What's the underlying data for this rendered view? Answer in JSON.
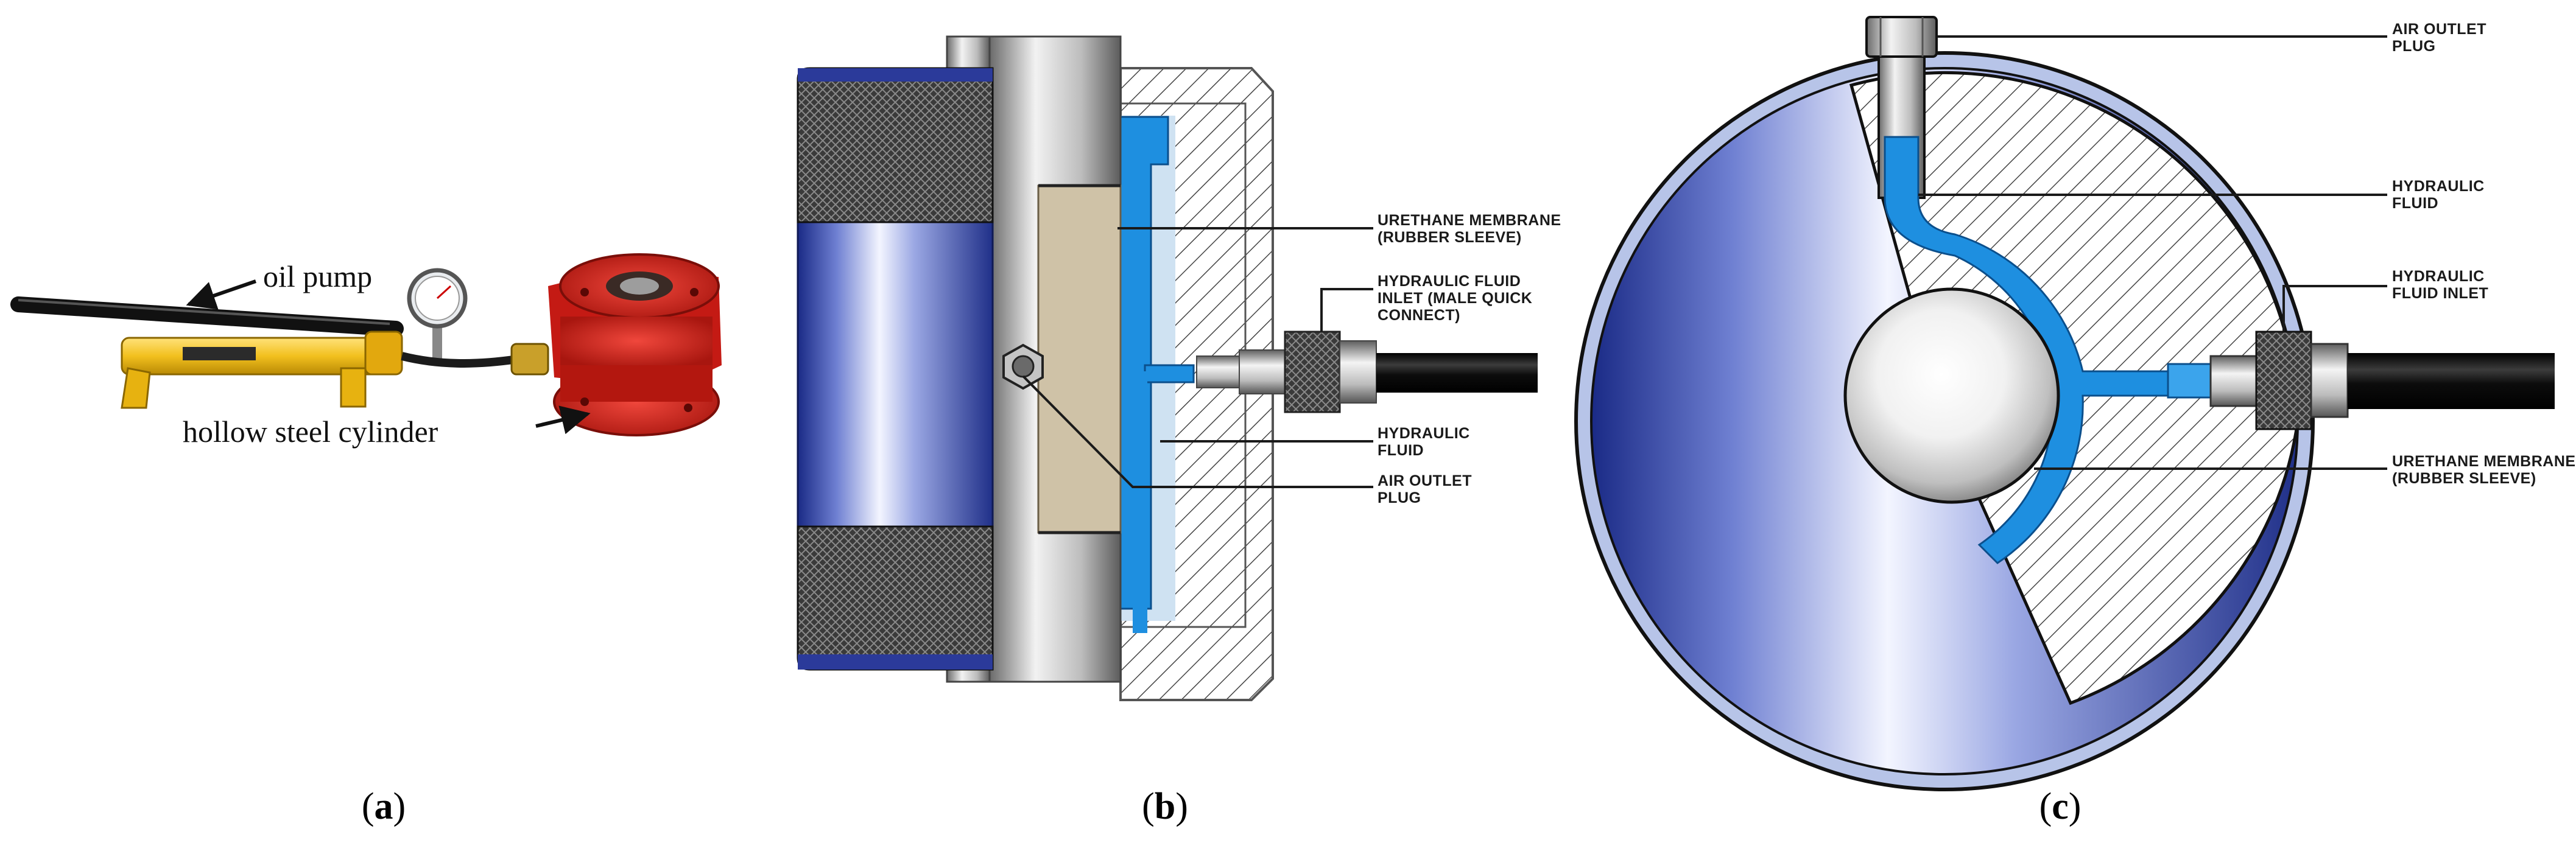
{
  "panel_a": {
    "labels": {
      "oil_pump": "oil pump",
      "hollow_cylinder": "hollow steel cylinder"
    },
    "caption": {
      "open": "(",
      "letter": "a",
      "close": ")"
    }
  },
  "panel_b": {
    "labels": {
      "membrane_line1": "URETHANE MEMBRANE",
      "membrane_line2": "(RUBBER SLEEVE)",
      "inlet_line1": "HYDRAULIC FLUID",
      "inlet_line2": "INLET (MALE QUICK",
      "inlet_line3": "CONNECT)",
      "fluid_line1": "HYDRAULIC",
      "fluid_line2": "FLUID",
      "plug_line1": "AIR OUTLET",
      "plug_line2": "PLUG"
    },
    "caption": {
      "open": "(",
      "letter": "b",
      "close": ")"
    }
  },
  "panel_c": {
    "labels": {
      "plug_line1": "AIR OUTLET",
      "plug_line2": "PLUG",
      "fluid_line1": "HYDRAULIC",
      "fluid_line2": "FLUID",
      "inlet_line1": "HYDRAULIC",
      "inlet_line2": "FLUID INLET",
      "membrane_line1": "URETHANE MEMBRANE",
      "membrane_line2": "(RUBBER SLEEVE)"
    },
    "caption": {
      "open": "(",
      "letter": "c",
      "close": ")"
    }
  },
  "colors": {
    "fluid_blue": "#1e8fe0",
    "pump_yellow": "#f2c01e",
    "cylinder_red": "#d8261e"
  }
}
